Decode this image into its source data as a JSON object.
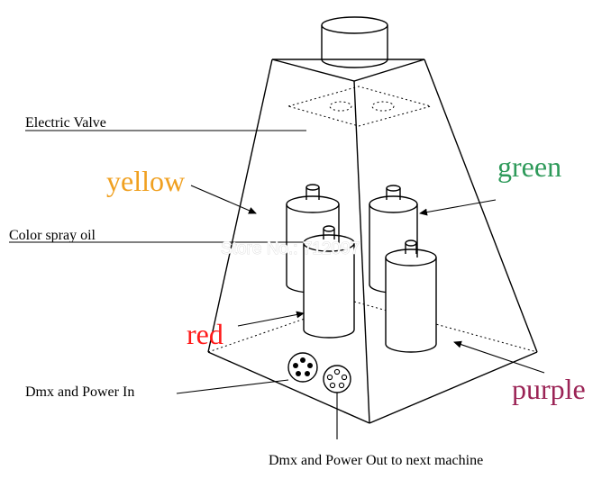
{
  "labels": {
    "electric_valve": "Electric Valve",
    "yellow": "yellow",
    "green": "green",
    "color_spray_oil": "Color spray oil",
    "red": "red",
    "purple": "purple",
    "dmx_power_in": "Dmx and Power In",
    "dmx_power_out": "Dmx and Power Out to next machine"
  },
  "watermark": "Store No.: 712097",
  "colors": {
    "yellow": "#f0a020",
    "green": "#2e9a5a",
    "red": "#ff1a1a",
    "purple": "#9b2456",
    "line": "#000000"
  }
}
